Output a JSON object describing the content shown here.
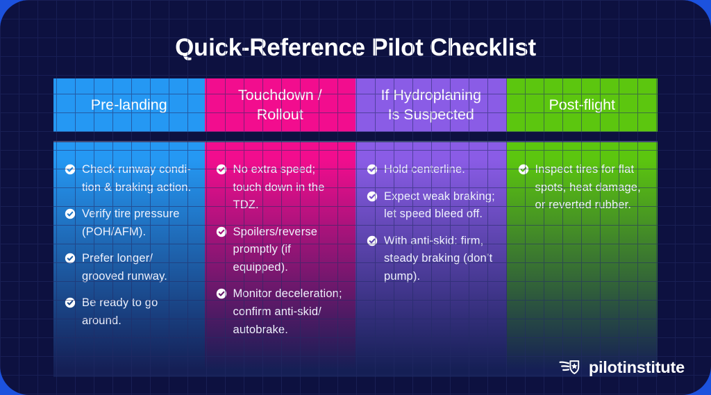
{
  "page": {
    "title": "Quick-Reference Pilot Checklist"
  },
  "logo": {
    "text": "pilotinstitute",
    "icon": "winged-shield-star-icon"
  },
  "colors": {
    "page_background": "#1c52de",
    "card_background": "#0d1140",
    "grid_line": "#232b66",
    "column_fade_end": "#151f55",
    "text": "#eef1fc",
    "title_text": "#ffffff"
  },
  "columns": [
    {
      "id": "pre-landing",
      "header": "Pre-landing",
      "color": "#2598f3",
      "items": [
        "Check runway condi-\ntion & braking action.",
        "Verify tire pressure\n(POH/AFM).",
        "Prefer longer/\ngrooved runway.",
        "Be ready to go\naround."
      ]
    },
    {
      "id": "touchdown-rollout",
      "header": "Touchdown /\nRollout",
      "color": "#f20d8e",
      "items": [
        "No extra speed;\ntouch down in the\nTDZ.",
        "Spoilers/reverse\npromptly (if\nequipped).",
        "Monitor deceleration;\nconfirm anti-skid/\nautobrake."
      ]
    },
    {
      "id": "hydroplaning-suspected",
      "header": "If Hydroplaning\nIs Suspected",
      "color": "#8a5ce6",
      "items": [
        "Hold centerline.",
        "Expect weak braking;\nlet speed bleed off.",
        "With anti-skid: firm,\nsteady braking (don’t\npump)."
      ]
    },
    {
      "id": "post-flight",
      "header": "Post-flight",
      "color": "#5cc60f",
      "items": [
        "Inspect tires for flat\nspots, heat damage,\nor reverted rubber."
      ]
    }
  ]
}
